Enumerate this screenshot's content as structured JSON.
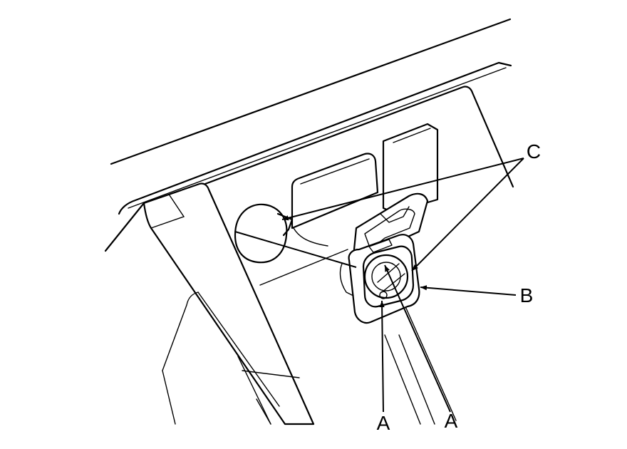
{
  "labels": {
    "a1": "A",
    "a2": "A",
    "b": "B",
    "c": "C"
  }
}
